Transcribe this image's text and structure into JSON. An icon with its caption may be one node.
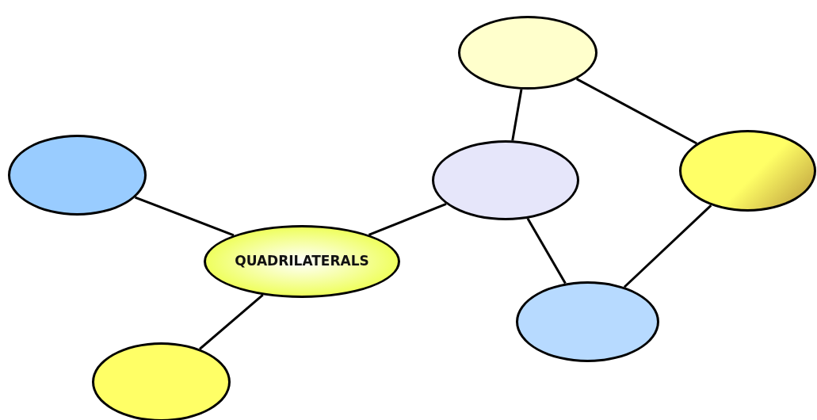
{
  "diagram": {
    "nodes": [
      {
        "text": [],
        "shape": "ellipse"
      },
      {
        "text": [],
        "shape": "ellipse"
      },
      {
        "text": [],
        "shape": "ellipse"
      },
      {
        "text": [],
        "shape": "ellipse"
      },
      {
        "text": [
          "QUADRILATERALS"
        ]
      },
      {
        "text": [],
        "shape": "ellipse"
      },
      {
        "text": [],
        "shape": "ellipse"
      }
    ],
    "edges": [
      {
        "from": 1,
        "to": 4,
        "arrow": "none"
      },
      {
        "from": 4,
        "to": 3,
        "arrow": "none"
      },
      {
        "from": 4,
        "to": 6,
        "arrow": "none"
      },
      {
        "from": 3,
        "to": 0,
        "arrow": "none"
      },
      {
        "from": 0,
        "to": 2,
        "arrow": "none"
      },
      {
        "from": 3,
        "to": 5,
        "arrow": "none"
      },
      {
        "from": 5,
        "to": 2,
        "arrow": "none"
      }
    ]
  }
}
